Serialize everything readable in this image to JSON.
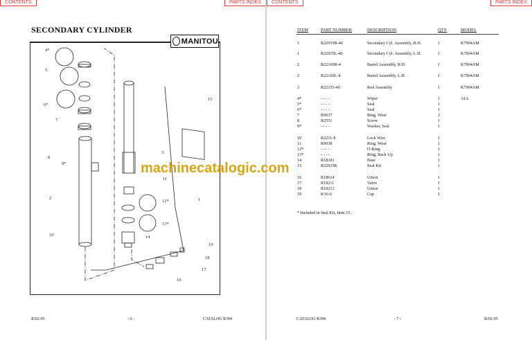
{
  "nav": {
    "contents": "CONTENTS",
    "parts_index": "PARTS INDEX"
  },
  "left": {
    "title": "SECONDARY CYLINDER",
    "logo": "MANITOU",
    "footer": {
      "rev": "R/02-95",
      "page": "- 6 -",
      "catalog": "CATALOG R394"
    },
    "callouts": [
      "4*",
      "5",
      "6*",
      "7",
      "8",
      "9*",
      "2",
      "10",
      "3",
      "11",
      "12*",
      "13*",
      "14",
      "1",
      "15",
      "19",
      "18",
      "17",
      "16"
    ]
  },
  "right": {
    "footer": {
      "catalog": "CATALOG R394",
      "page": "- 7 -",
      "rev": "R/02-95"
    },
    "columns": [
      "ITEM",
      "PART NUMBER",
      "DESCRIPTION",
      "QTY",
      "MODEL"
    ],
    "rows": [
      [
        "1",
        "R22935R-40",
        "Secondary Cyl. Assembly, R.H.",
        "1",
        "K7904AM"
      ],
      [
        "1",
        "R22935L-40",
        "Secondary Cyl. Assembly, L.H.",
        "1",
        "K7904AM"
      ],
      [
        "2",
        "R22160R-4",
        "Barrel Assembly, R.H.",
        "1",
        "K7904AM"
      ],
      [
        "2",
        "R22160L-4",
        "Barrel Assembly, L.H.",
        "1",
        "K7904AM"
      ],
      [
        "3",
        "R22155-40",
        "Rod Assembly",
        "1",
        "K7904AM"
      ],
      [
        "4*",
        "- - - -",
        "Wiper",
        "1",
        "ALL"
      ],
      [
        "5*",
        "- - - -",
        "Seal",
        "1",
        ""
      ],
      [
        "6*",
        "- - - -",
        "Seal",
        "1",
        ""
      ],
      [
        "7",
        "R9037",
        "Ring, Wear",
        "2",
        ""
      ],
      [
        "8",
        "R2551",
        "Screw",
        "1",
        ""
      ],
      [
        "9*",
        "- - - -",
        "Washer, Seal",
        "1",
        ""
      ],
      [
        "10",
        "R2211-8",
        "Lock Wire",
        "1",
        ""
      ],
      [
        "11",
        "R9038",
        "Ring, Wear",
        "1",
        ""
      ],
      [
        "12*",
        "- - - -",
        "O-Ring",
        "1",
        ""
      ],
      [
        "13*",
        "- - - -",
        "Ring, Back Up",
        "1",
        ""
      ],
      [
        "14",
        "R18181",
        "Base",
        "1",
        ""
      ],
      [
        "15",
        "R22935K",
        "Seal Kit",
        "1",
        ""
      ],
      [
        "16",
        "R18614",
        "Union",
        "1",
        ""
      ],
      [
        "17",
        "R18211",
        "Valve",
        "1",
        ""
      ],
      [
        "18",
        "R18213",
        "Union",
        "1",
        ""
      ],
      [
        "19",
        "K16-6",
        "Cap",
        "1",
        ""
      ]
    ],
    "footnote": "* Included in Seal Kit, Item 15."
  },
  "watermark": "machinecatalogic.com",
  "colors": {
    "nav": "#e23a3a",
    "watermark": "#d9a514"
  }
}
